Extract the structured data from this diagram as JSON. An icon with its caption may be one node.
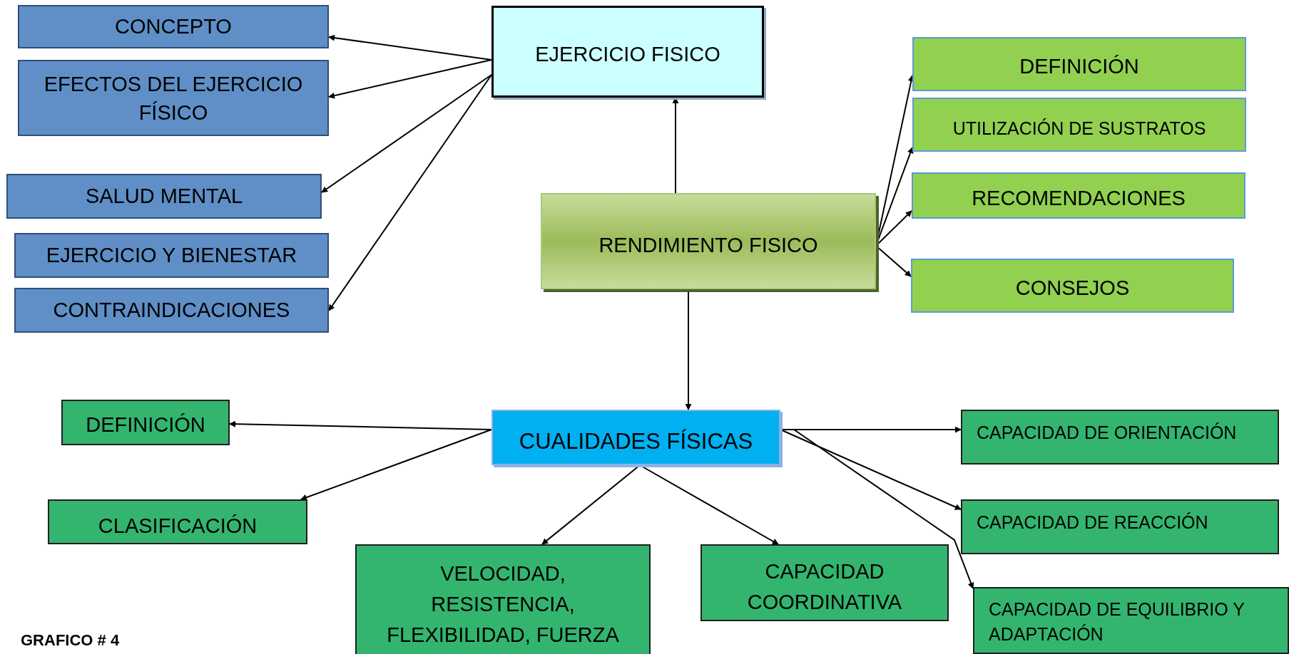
{
  "diagram": {
    "caption": "GRAFICO # 4",
    "nodes": [
      {
        "text": [
          "EJERCICIO FISICO"
        ]
      },
      {
        "text": [
          "CONCEPTO"
        ]
      },
      {
        "text": [
          "EFECTOS DEL EJERCICIO FÍSICO"
        ]
      },
      {
        "text": [
          "SALUD MENTAL"
        ]
      },
      {
        "text": [
          "EJERCICIO Y BIENESTAR"
        ]
      },
      {
        "text": [
          "CONTRAINDICACIONES"
        ]
      },
      {
        "text": [
          "RENDIMIENTO FISICO"
        ]
      },
      {
        "text": [
          "DEFINICIÓN"
        ]
      },
      {
        "text": [
          "UTILIZACIÓN DE SUSTRATOS"
        ]
      },
      {
        "text": [
          "RECOMENDACIONES"
        ]
      },
      {
        "text": [
          "CONSEJOS"
        ]
      },
      {
        "text": [
          "CUALIDADES FÍSICAS"
        ]
      },
      {
        "text": [
          "DEFINICIÓN"
        ]
      },
      {
        "text": [
          "CLASIFICACIÓN"
        ]
      },
      {
        "text": [
          "VELOCIDAD, RESISTENCIA, FLEXIBILIDAD, FUERZA"
        ]
      },
      {
        "text": [
          "CAPACIDAD COORDINATIVA"
        ]
      },
      {
        "text": [
          "CAPACIDAD DE ORIENTACIÓN"
        ]
      },
      {
        "text": [
          "CAPACIDAD DE REACCIÓN"
        ]
      },
      {
        "text": [
          "CAPACIDAD DE EQUILIBRIO Y ADAPTACIÓN"
        ]
      }
    ],
    "edges": [
      {
        "from": 0,
        "to": 1,
        "arrow": "to"
      },
      {
        "from": 0,
        "to": 2,
        "arrow": "to"
      },
      {
        "from": 0,
        "to": 3,
        "arrow": "to"
      },
      {
        "from": 0,
        "to": 5,
        "arrow": "to"
      },
      {
        "from": 6,
        "to": 0,
        "arrow": "to"
      },
      {
        "from": 6,
        "to": 11,
        "arrow": "to"
      },
      {
        "from": 6,
        "to": 7,
        "arrow": "to"
      },
      {
        "from": 6,
        "to": 8,
        "arrow": "to"
      },
      {
        "from": 6,
        "to": 9,
        "arrow": "to"
      },
      {
        "from": 6,
        "to": 10,
        "arrow": "to"
      },
      {
        "from": 11,
        "to": 12,
        "arrow": "to"
      },
      {
        "from": 11,
        "to": 13,
        "arrow": "to"
      },
      {
        "from": 11,
        "to": 14,
        "arrow": "to"
      },
      {
        "from": 11,
        "to": 15,
        "arrow": "to"
      },
      {
        "from": 11,
        "to": 16,
        "arrow": "to"
      },
      {
        "from": 11,
        "to": 17,
        "arrow": "to"
      },
      {
        "from": 11,
        "to": 18,
        "arrow": "to"
      }
    ]
  }
}
